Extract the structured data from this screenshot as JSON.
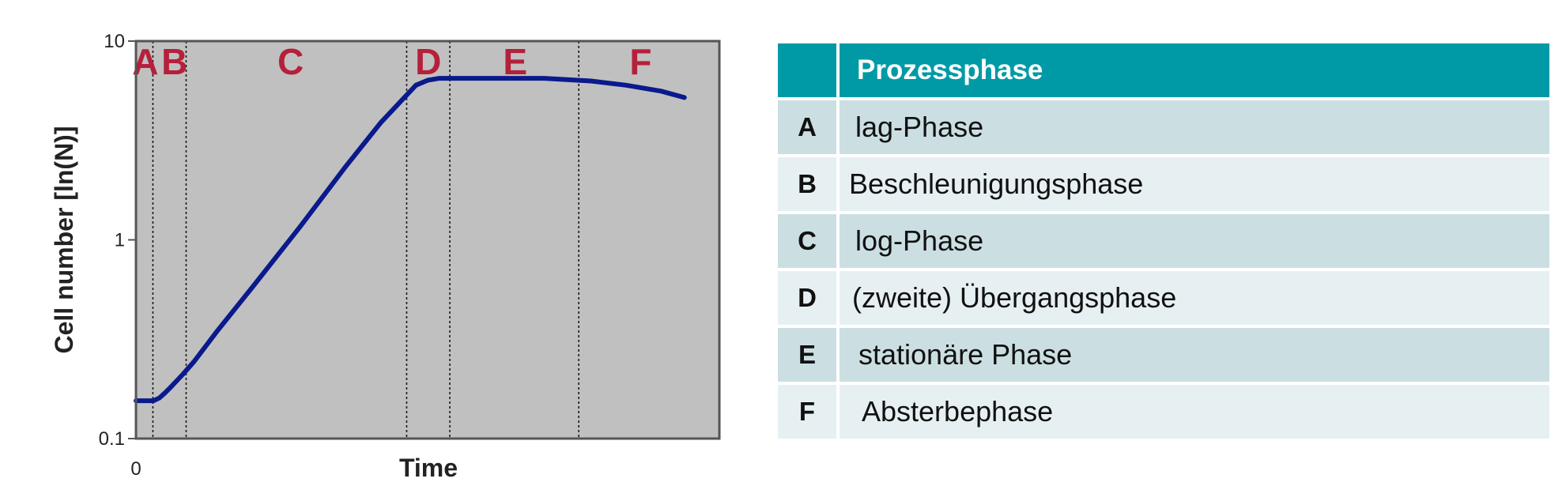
{
  "chart_data": {
    "type": "line",
    "title": "",
    "xlabel": "Time",
    "ylabel": "Cell number [ln(N)]",
    "x_tick_labels": [
      "0"
    ],
    "y_tick_labels": [
      "10",
      "1",
      "0.1"
    ],
    "y_scale": "log",
    "ylim": [
      0.1,
      10
    ],
    "xlim": [
      0,
      100
    ],
    "grid": false,
    "background": "#c0c0c0",
    "line_color": "#0a1a8c",
    "phase_label_color": "#b5203a",
    "phase_boundaries": [
      2.9,
      8.6,
      46.4,
      53.8,
      75.9
    ],
    "phases": [
      {
        "label": "A",
        "x": 1.6
      },
      {
        "label": "B",
        "x": 6.6
      },
      {
        "label": "C",
        "x": 26.5
      },
      {
        "label": "D",
        "x": 50.1
      },
      {
        "label": "E",
        "x": 65.0
      },
      {
        "label": "F",
        "x": 86.5
      }
    ],
    "series": [
      {
        "x": [
          0,
          2,
          3,
          4,
          5,
          6,
          8,
          10,
          14,
          20,
          28,
          36,
          42,
          46,
          48,
          50,
          52,
          55,
          60,
          70,
          78,
          84,
          90,
          94
        ],
        "y": [
          0.155,
          0.155,
          0.155,
          0.16,
          0.17,
          0.182,
          0.21,
          0.245,
          0.35,
          0.58,
          1.15,
          2.35,
          3.9,
          5.2,
          6.0,
          6.35,
          6.5,
          6.5,
          6.5,
          6.5,
          6.3,
          6.0,
          5.6,
          5.2
        ]
      }
    ]
  },
  "table": {
    "header": {
      "key": "",
      "name": "Prozessphase"
    },
    "rows": [
      {
        "key": "A",
        "name": "lag-Phase"
      },
      {
        "key": "B",
        "name": "Beschleunigungsphase"
      },
      {
        "key": "C",
        "name": "log-Phase"
      },
      {
        "key": "D",
        "name": "(zweite) Übergangsphase"
      },
      {
        "key": "E",
        "name": "stationäre Phase"
      },
      {
        "key": "F",
        "name": "Absterbephase"
      }
    ],
    "header_color": "#009aa6",
    "row_color_odd": "#cbdfe3",
    "row_color_even": "#e6f0f2"
  }
}
